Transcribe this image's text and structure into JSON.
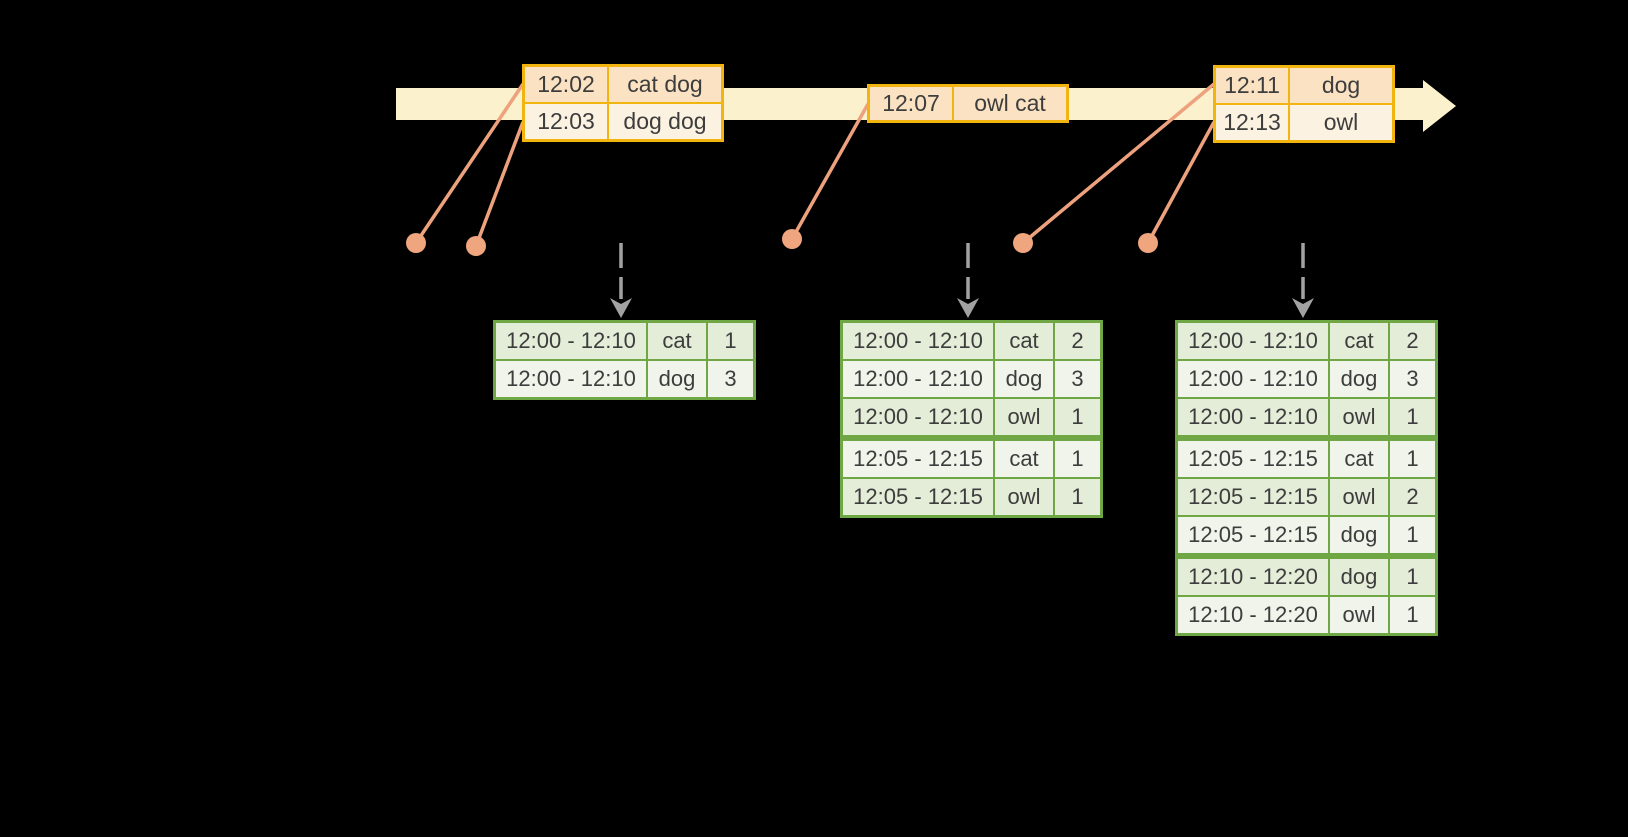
{
  "colors": {
    "background": "#000000",
    "timeline_fill": "#fbf1cd",
    "event_table_border": "#f2b50f",
    "event_row_odd_fill": "#fae2c2",
    "event_row_even_fill": "#fcf2e1",
    "connector_salmon": "#eda27d",
    "trigger_arrow_gray": "#a2a2a2",
    "result_table_border": "#70a745",
    "result_row_odd_fill": "#e3edd7",
    "result_row_even_fill": "#f0f4eb",
    "text": "#3d3d3d"
  },
  "icons": {
    "timeline_head": "right-arrowhead-icon",
    "event_marker": "dot-icon",
    "trigger": "dashed-down-arrow-icon"
  },
  "timeline": {
    "event_batches": [
      {
        "rows": [
          {
            "time": "12:02",
            "words": "cat dog"
          },
          {
            "time": "12:03",
            "words": "dog dog"
          }
        ]
      },
      {
        "rows": [
          {
            "time": "12:07",
            "words": "owl cat"
          }
        ]
      },
      {
        "rows": [
          {
            "time": "12:11",
            "words": "dog"
          },
          {
            "time": "12:13",
            "words": "owl"
          }
        ]
      }
    ]
  },
  "result_tables": [
    {
      "rows": [
        {
          "window": "12:00 - 12:10",
          "word": "cat",
          "count": "1"
        },
        {
          "window": "12:00 - 12:10",
          "word": "dog",
          "count": "3"
        }
      ]
    },
    {
      "rows": [
        {
          "window": "12:00 - 12:10",
          "word": "cat",
          "count": "2"
        },
        {
          "window": "12:00 - 12:10",
          "word": "dog",
          "count": "3"
        },
        {
          "window": "12:00 - 12:10",
          "word": "owl",
          "count": "1"
        },
        {
          "window": "12:05 - 12:15",
          "word": "cat",
          "count": "1"
        },
        {
          "window": "12:05 - 12:15",
          "word": "owl",
          "count": "1"
        }
      ]
    },
    {
      "rows": [
        {
          "window": "12:00 - 12:10",
          "word": "cat",
          "count": "2"
        },
        {
          "window": "12:00 - 12:10",
          "word": "dog",
          "count": "3"
        },
        {
          "window": "12:00 - 12:10",
          "word": "owl",
          "count": "1"
        },
        {
          "window": "12:05 - 12:15",
          "word": "cat",
          "count": "1"
        },
        {
          "window": "12:05 - 12:15",
          "word": "owl",
          "count": "2"
        },
        {
          "window": "12:05 - 12:15",
          "word": "dog",
          "count": "1"
        },
        {
          "window": "12:10 - 12:20",
          "word": "dog",
          "count": "1"
        },
        {
          "window": "12:10 - 12:20",
          "word": "owl",
          "count": "1"
        }
      ]
    }
  ]
}
